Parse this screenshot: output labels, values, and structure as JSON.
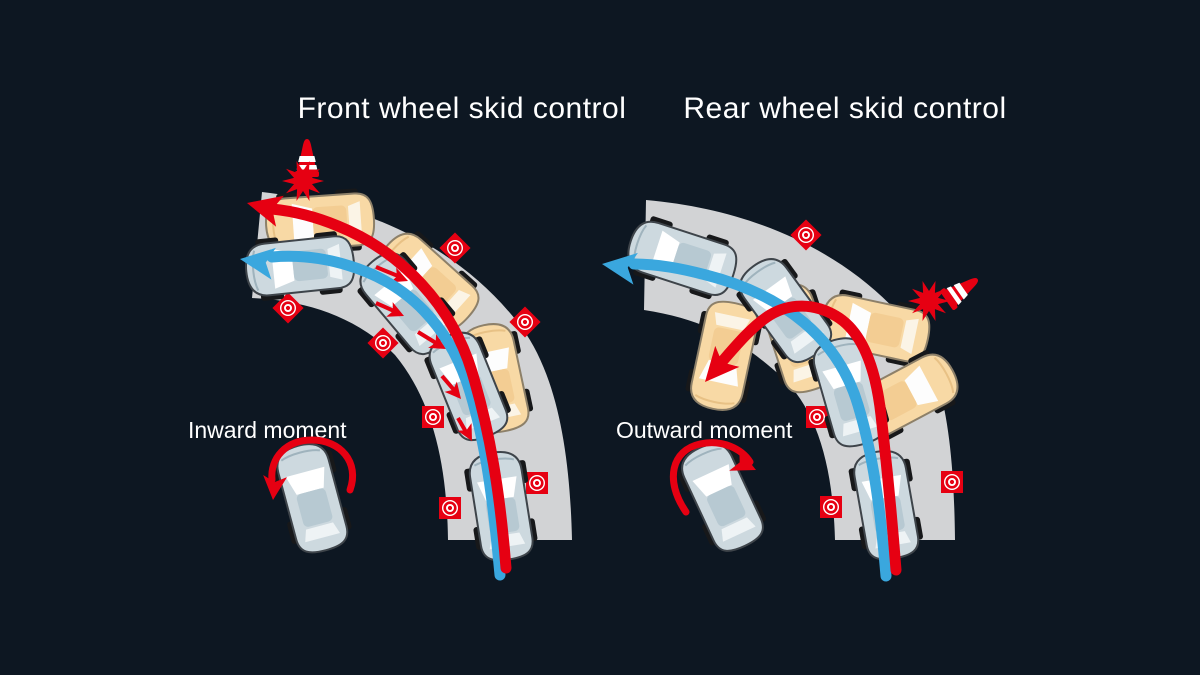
{
  "titles": {
    "front": "Front wheel skid control",
    "rear": "Rear wheel skid control"
  },
  "labels": {
    "front_moment": "Inward moment",
    "rear_moment": "Outward moment"
  },
  "colors": {
    "background": "#0d1722",
    "road": "#d2d3d5",
    "skid_red": "#e60012",
    "control_blue": "#3aa7de",
    "skid_car_body": "#f8d9a5",
    "control_car_body": "#cdd9df",
    "text": "#ffffff"
  },
  "icons": [
    "traffic-cone-icon",
    "collision-burst-icon",
    "target-marker-icon",
    "car-top-view-icon",
    "skid-trajectory-arrow-icon",
    "controlled-trajectory-arrow-icon",
    "brake-force-arrow-icon",
    "yaw-rotation-arrow-icon"
  ]
}
